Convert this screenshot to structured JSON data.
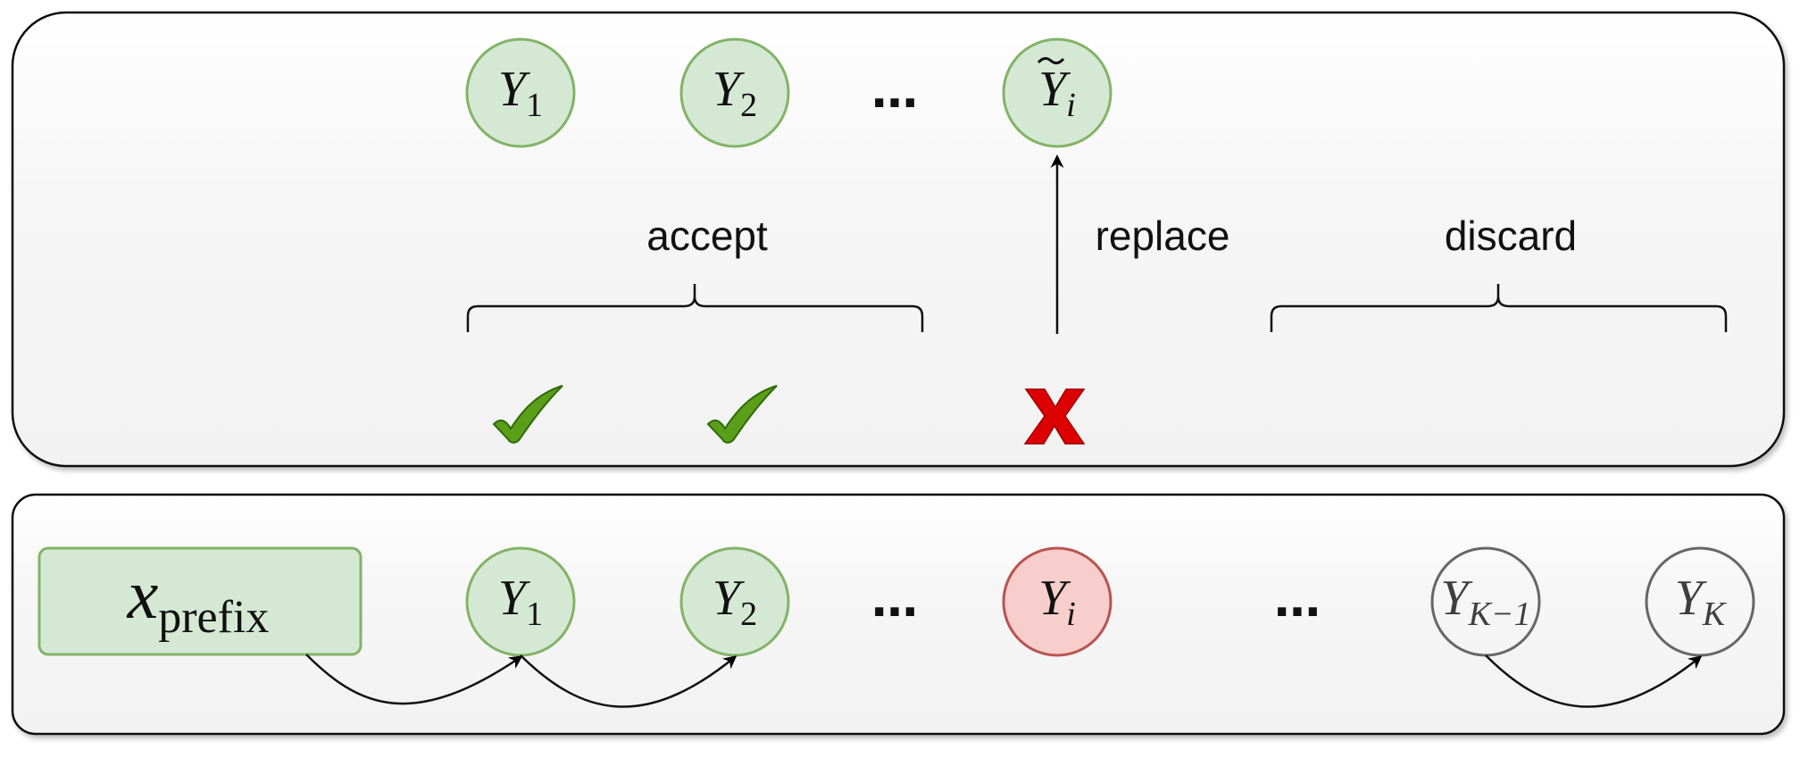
{
  "top_panel": {
    "tokens": [
      {
        "sym": "Y",
        "sub": "1"
      },
      {
        "sym": "Y",
        "sub": "2"
      },
      {
        "sym": "Y",
        "sub": "i",
        "tilde": true
      }
    ],
    "ellipsis": "…",
    "labels": {
      "accept": "accept",
      "replace": "replace",
      "discard": "discard"
    },
    "marks": [
      "check",
      "check",
      "cross"
    ]
  },
  "bottom_panel": {
    "prefix": {
      "sym": "x",
      "sub": "prefix"
    },
    "tokens": [
      {
        "sym": "Y",
        "sub": "1",
        "state": "accepted"
      },
      {
        "sym": "Y",
        "sub": "2",
        "state": "accepted"
      },
      {
        "sym": "Y",
        "sub": "i",
        "state": "rejected"
      },
      {
        "sym": "Y",
        "sub": "K−1",
        "state": "discarded"
      },
      {
        "sym": "Y",
        "sub": "K",
        "state": "discarded"
      }
    ],
    "ellipsis": "…"
  },
  "colors": {
    "accepted_fill": "#d5e8d4",
    "accepted_stroke": "#82b366",
    "rejected_fill": "#f8cecc",
    "rejected_stroke": "#b85450",
    "discarded_stroke": "#666666",
    "check_green": "#5a9e1a",
    "cross_red": "#dd0000"
  }
}
